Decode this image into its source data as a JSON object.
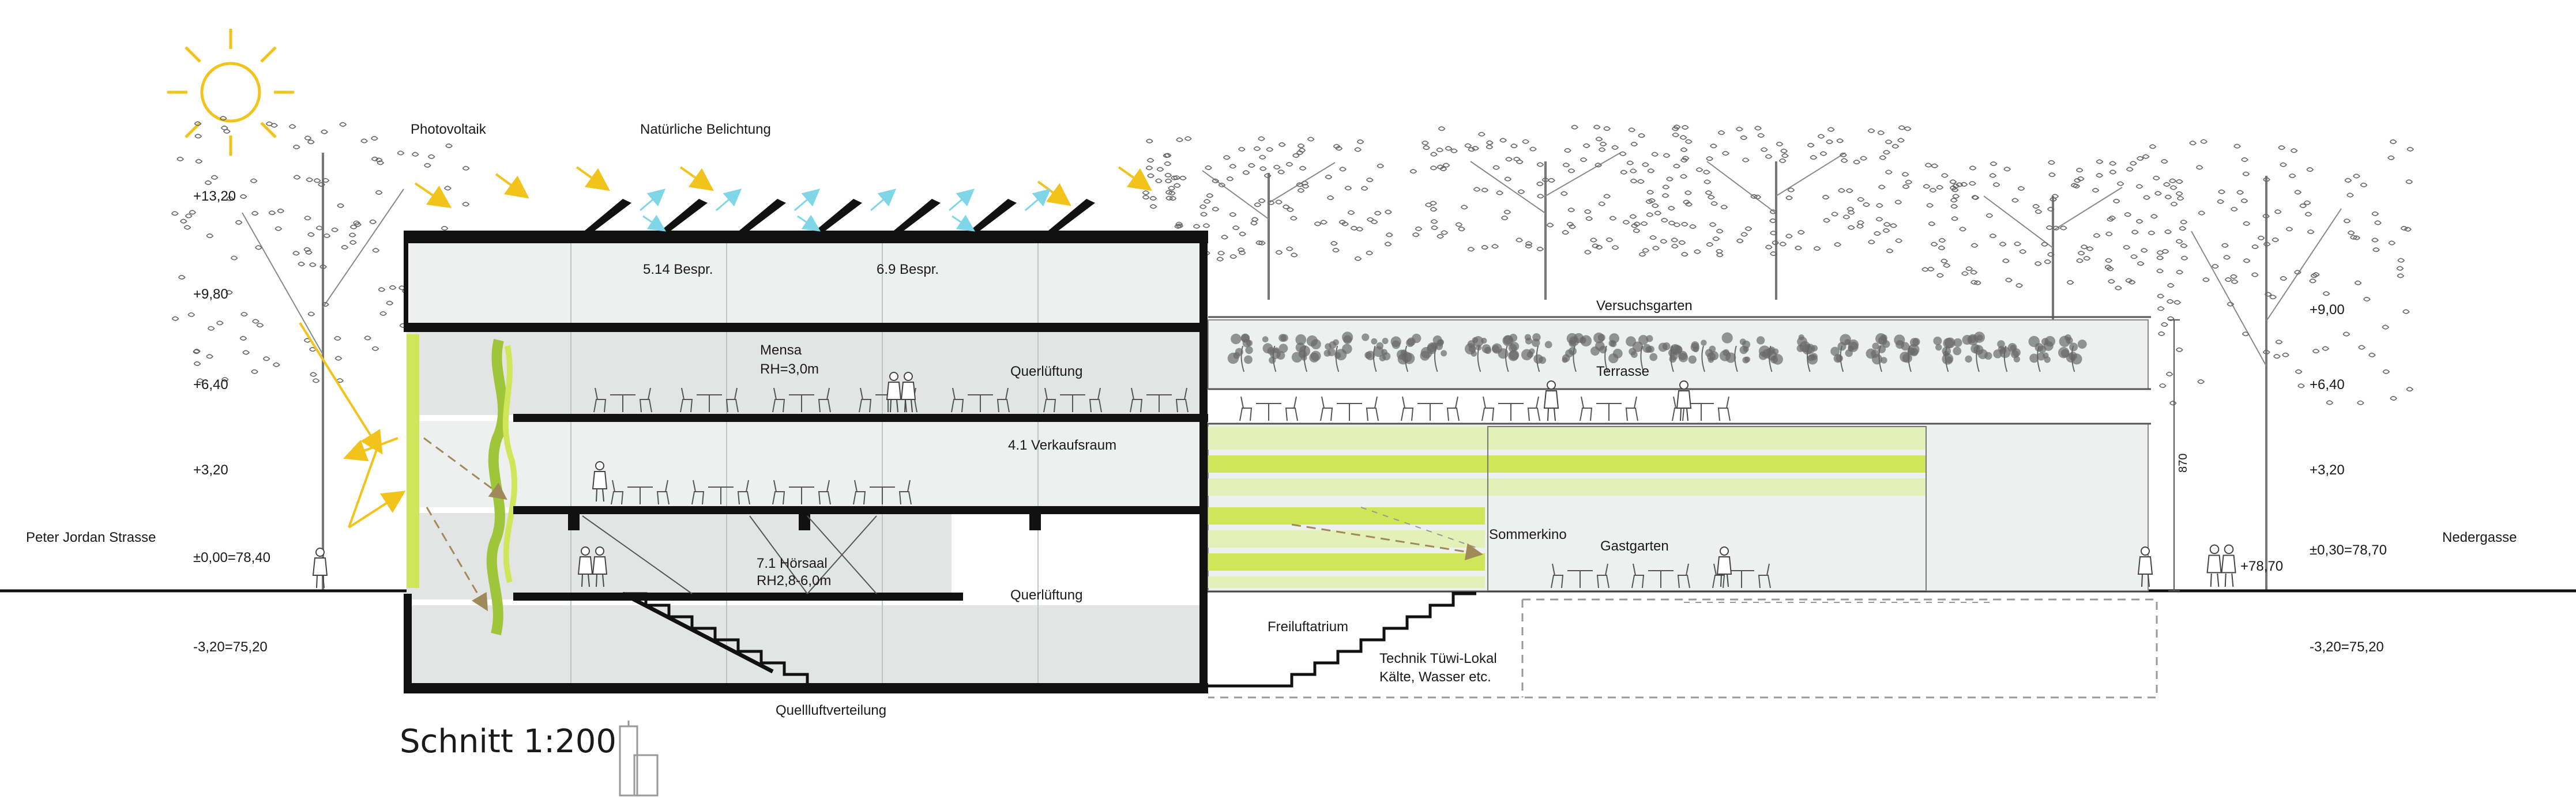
{
  "title": "Schnitt 1:200",
  "colors": {
    "sun": "#f2c31b",
    "wall": "#111111",
    "interior": "#e3e5e5",
    "interior_light": "#eef0f0",
    "green": "#cfe65a",
    "green_dark": "#7ea82a",
    "skylight_arrow": "#7fd6e6",
    "tree": "#666666"
  },
  "top_labels": {
    "photovoltaik": "Photovoltaik",
    "belichtung": "Natürliche Belichtung"
  },
  "left_levels": {
    "l1": "+13,20",
    "l2": "+9,80",
    "l3": "+6,40",
    "l4": "+3,20",
    "l5": "±0,00=78,40",
    "l6": "-3,20=75,20"
  },
  "right_levels": {
    "l1": "+9,00",
    "l2": "+6,40",
    "l3": "+3,20",
    "l4": "±0,30=78,70",
    "l5": "-3,20=75,20",
    "l6": "+78,70",
    "dim": "870"
  },
  "streets": {
    "left": "Peter Jordan Strasse",
    "right": "Nedergasse"
  },
  "rooms": {
    "bespr1": "5.14 Bespr.",
    "bespr2": "6.9 Bespr.",
    "mensa": "Mensa",
    "mensa_rh": "RH=3,0m",
    "querlueftung1": "Querlüftung",
    "verkauf": "4.1 Verkaufsraum",
    "hoersaal": "7.1 Hörsaal",
    "hoersaal_rh": "RH2,8-6,0m",
    "querlueftung2": "Querlüftung",
    "quellluft": "Quellluftverteilung",
    "versuchsgarten": "Versuchsgarten",
    "terrasse": "Terrasse",
    "sommerkino": "Sommerkino",
    "gastgarten": "Gastgarten",
    "freiluft": "Freiluftatrium",
    "technik1": "Technik Tüwi-Lokal",
    "technik2": "Kälte, Wasser etc."
  }
}
